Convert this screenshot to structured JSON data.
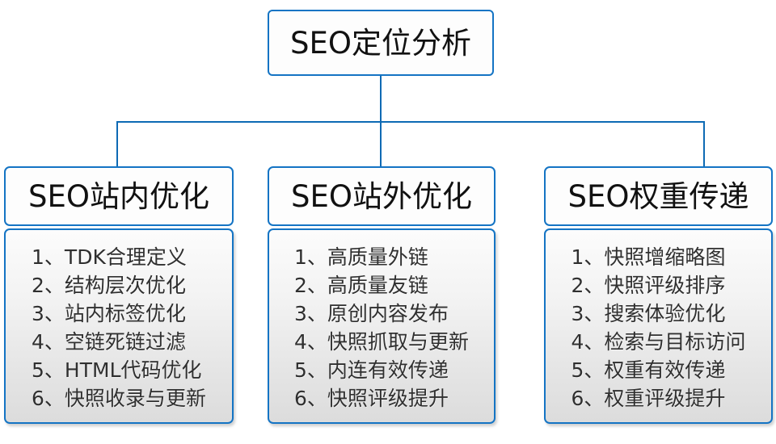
{
  "diagram": {
    "root": {
      "label": "SEO定位分析"
    },
    "accent_color": "#1474c4",
    "line_color": "#0d6ab4",
    "text_color": "#111111",
    "item_text_color": "#2f2f2f",
    "columns": [
      {
        "title": "SEO站内优化",
        "items": [
          "1、TDK合理定义",
          "2、结构层次优化",
          "3、站内标签优化",
          "4、空链死链过滤",
          "5、HTML代码优化",
          "6、快照收录与更新"
        ]
      },
      {
        "title": "SEO站外优化",
        "items": [
          "1、高质量外链",
          "2、高质量友链",
          "3、原创内容发布",
          "4、快照抓取与更新",
          "5、内连有效传递",
          "6、快照评级提升"
        ]
      },
      {
        "title": "SEO权重传递",
        "items": [
          "1、快照增缩略图",
          "2、快照评级排序",
          "3、搜索体验优化",
          "4、检索与目标访问",
          "5、权重有效传递",
          "6、权重评级提升"
        ]
      }
    ]
  }
}
